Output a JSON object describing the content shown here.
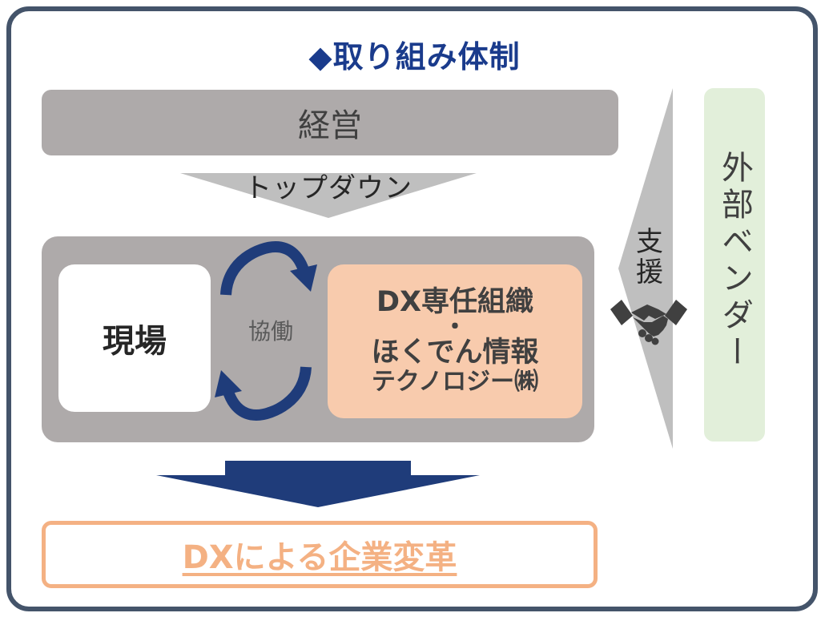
{
  "title": "◆取り組み体制",
  "management": "経営",
  "top_down": "トップダウン",
  "field": "現場",
  "collaboration": "協働",
  "dx_org": {
    "line1": "DX専任組織",
    "separator": "・",
    "line2": "ほくでん情報",
    "line3": "テクノロジー㈱"
  },
  "support": "支援",
  "vendor": "外部ベンダー",
  "result": "DXによる企業変革",
  "colors": {
    "frame": "#44546a",
    "title": "#1a3b8c",
    "panel_gray": "#aeaaaa",
    "dx_box": "#f8cbad",
    "vendor_box": "#e2efda",
    "result": "#f4b183",
    "big_arrow": "#1f3c7a",
    "cycle_arrows": "#1f3c7a"
  },
  "icons": {
    "handshake": "handshake-icon",
    "cycle": "cycle-arrows-icon",
    "down_arrow": "down-arrow-icon"
  }
}
